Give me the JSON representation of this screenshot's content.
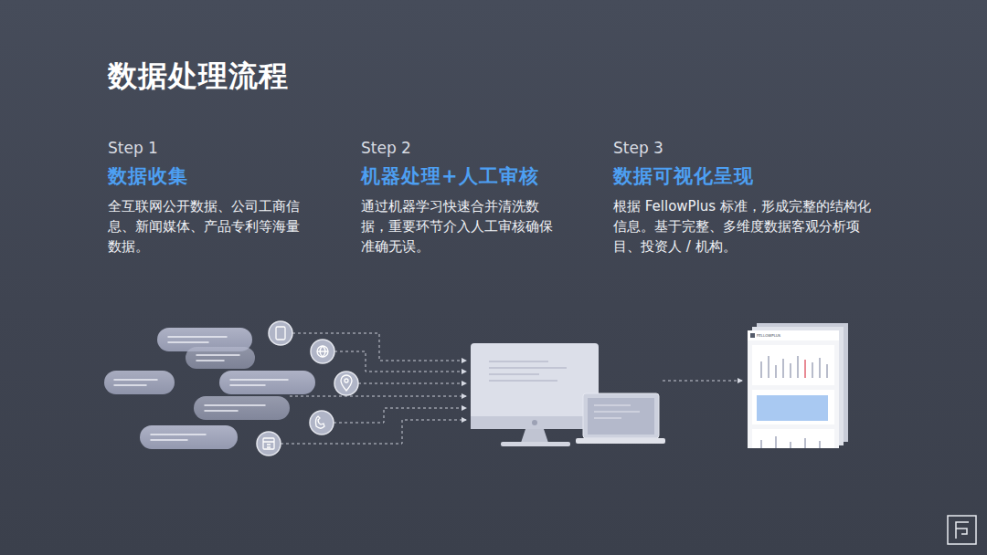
{
  "diagram": {
    "title": "数据处理流程",
    "labels": [
      "Step 1",
      "数据收集",
      "全互联网公开数据、公司工商信息、新闻媒体、产品专利等海量数据。",
      "Step 2",
      "机器处理+人工审核",
      "通过机器学习快速合并清洗数据，重要环节介入人工审核确保准确无误。",
      "Step 3",
      "数据可视化呈现",
      "根据 FellowPlus 标准，形成完整的结构化信息。基于完整、多维度数据客观分析项目、投资人 / 机构。",
      "FELLOWPLUS"
    ]
  }
}
